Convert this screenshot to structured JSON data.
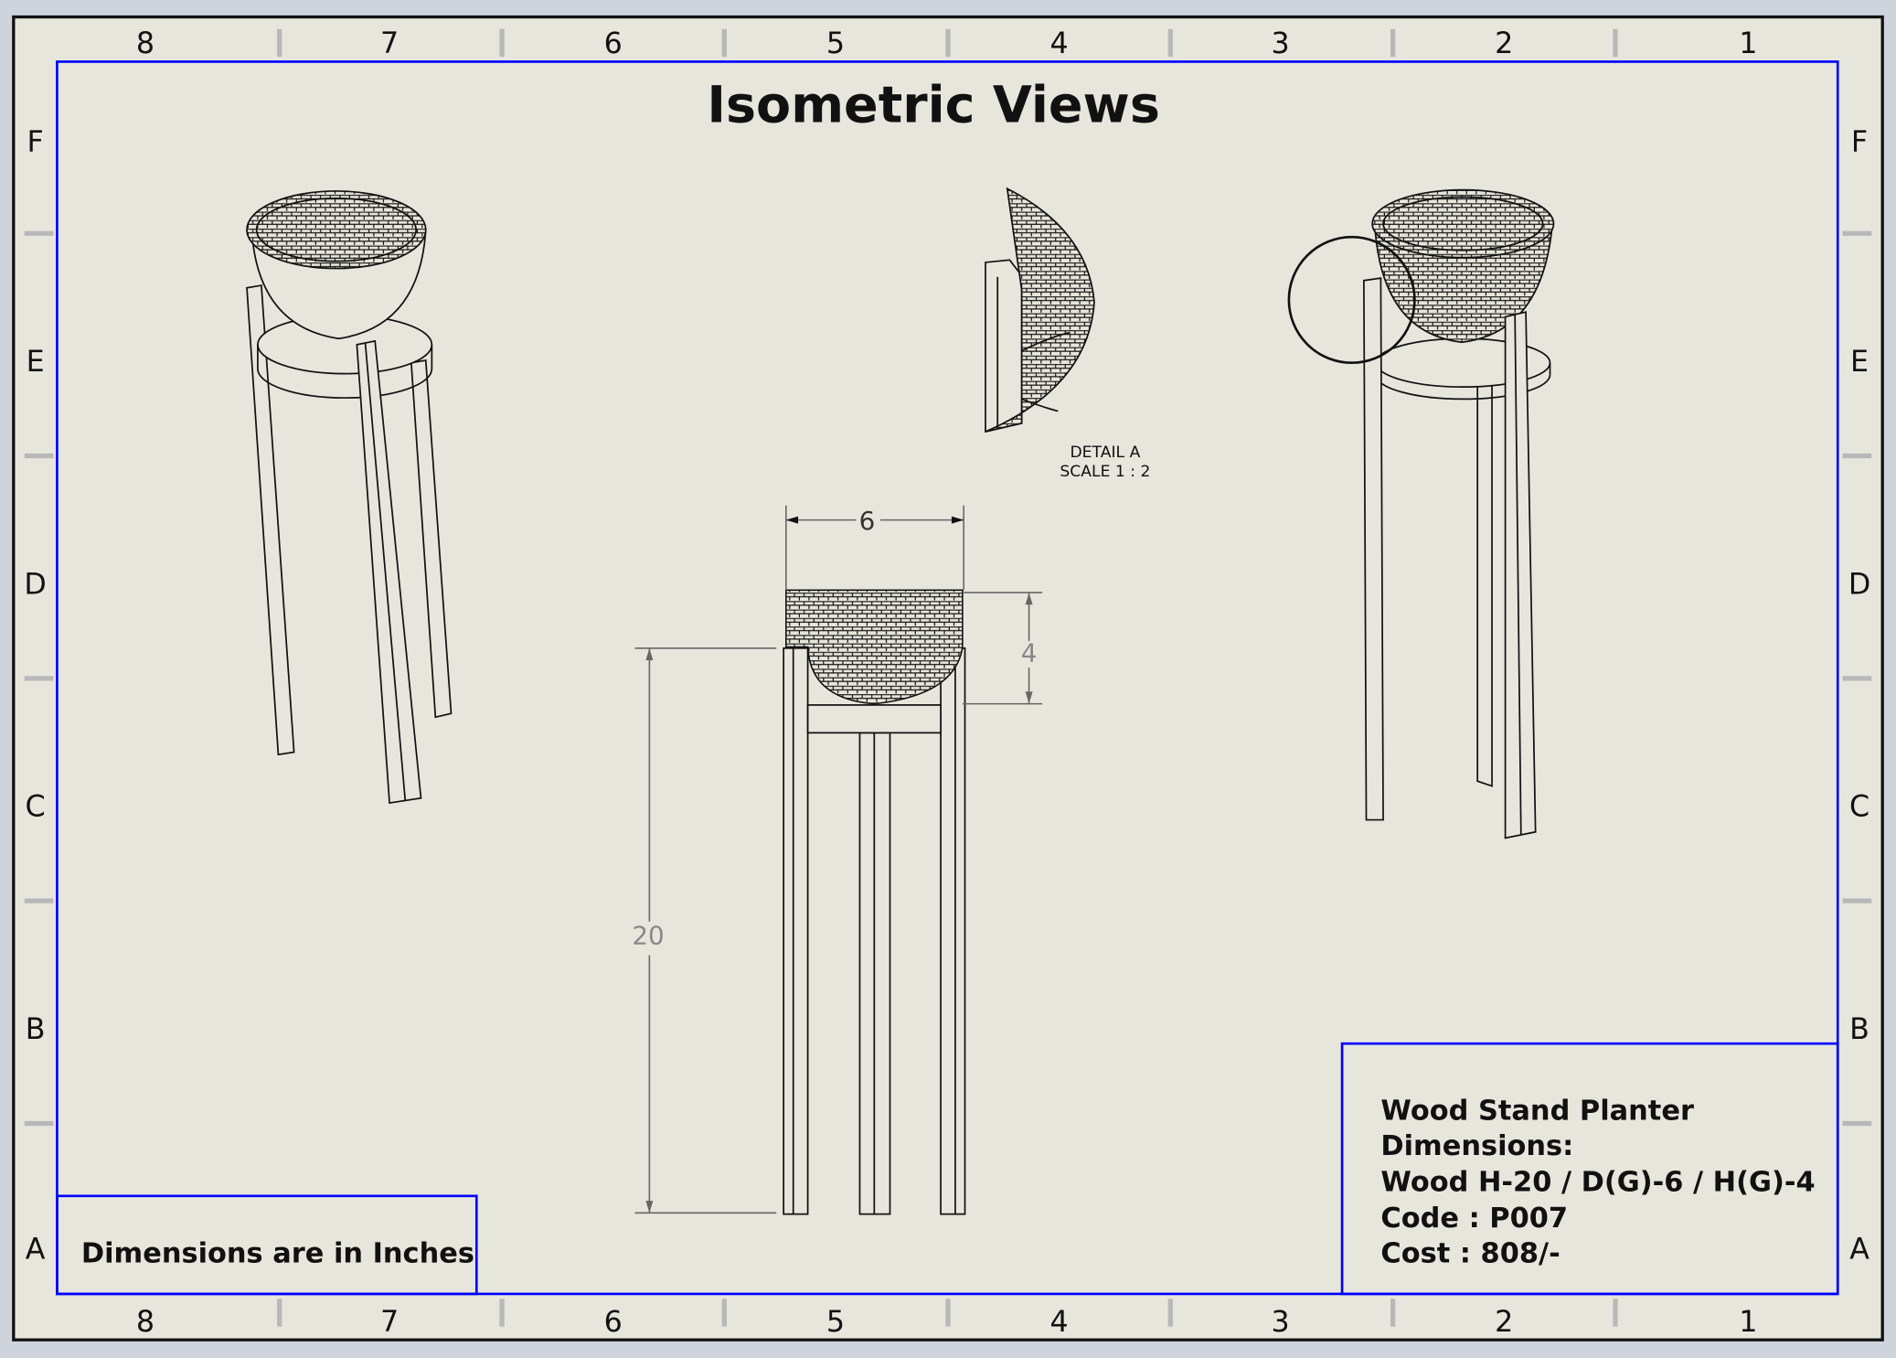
{
  "sheet": {
    "title": "Isometric Views",
    "column_zones": [
      "8",
      "7",
      "6",
      "5",
      "4",
      "3",
      "2",
      "1"
    ],
    "row_zones": [
      "F",
      "E",
      "D",
      "C",
      "B",
      "A"
    ],
    "border_color": "#0000ff",
    "paper_color": "#e6e6dc"
  },
  "detail": {
    "label": "DETAIL A",
    "scale": "SCALE 1 : 2"
  },
  "dimensions": {
    "diameter": "6",
    "basket_height": "4",
    "stand_height": "20"
  },
  "note": "Dimensions are in Inches",
  "title_block": {
    "name": "Wood Stand Planter",
    "dims_label": "Dimensions:",
    "dims_value": "Wood H-20 / D(G)-6 / H(G)-4",
    "code": "Code : P007",
    "cost": "Cost : 808/-"
  }
}
